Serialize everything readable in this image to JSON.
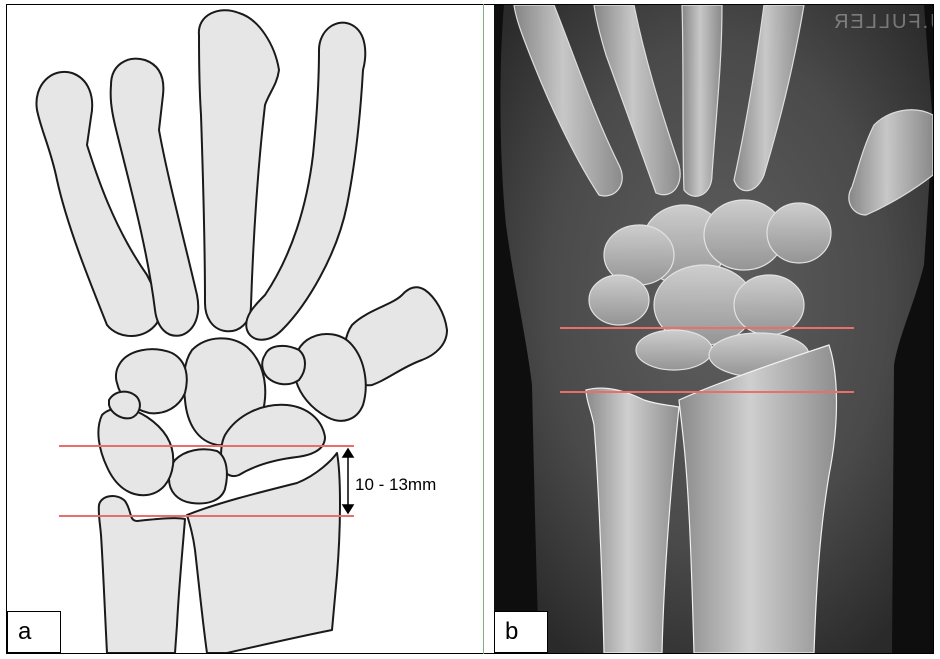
{
  "panels": {
    "a": {
      "label": "a",
      "measurement": "10 - 13mm"
    },
    "b": {
      "label": "b",
      "watermark": "M.J.FULLER"
    }
  },
  "colors": {
    "bone_fill": "#e6e6e6",
    "outline": "#1a1a1a",
    "reference_line": "#e8706c",
    "divider": "#7fb07f"
  }
}
